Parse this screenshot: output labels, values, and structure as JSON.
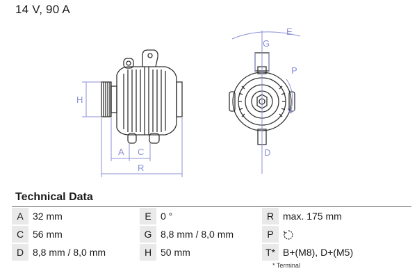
{
  "header": {
    "title": "14 V, 90 A"
  },
  "drawing": {
    "labels": {
      "H": "H",
      "A": "A",
      "C": "C",
      "R": "R",
      "G": "G",
      "E": "E",
      "P": "P",
      "D": "D"
    },
    "line_color": "#8a8fd6"
  },
  "technical_data": {
    "heading": "Technical Data",
    "rows": [
      [
        {
          "key": "A",
          "value": "32 mm"
        },
        {
          "key": "E",
          "value": "0 °"
        },
        {
          "key": "R",
          "value": "max. 175 mm"
        }
      ],
      [
        {
          "key": "C",
          "value": "56 mm"
        },
        {
          "key": "G",
          "value": "8,8 mm / 8,0 mm"
        },
        {
          "key": "P",
          "value": "",
          "icon": "clockwise-rotation-icon"
        }
      ],
      [
        {
          "key": "D",
          "value": "8,8 mm / 8,0 mm"
        },
        {
          "key": "H",
          "value": "50 mm"
        },
        {
          "key": "T*",
          "value": "B+(M8), D+(M5)"
        }
      ]
    ],
    "footnote": "* Terminal"
  }
}
